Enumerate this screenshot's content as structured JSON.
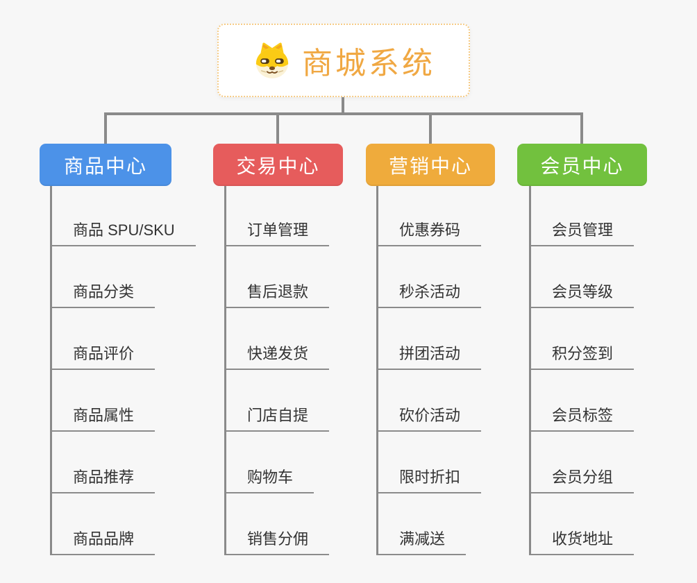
{
  "canvas": {
    "background": "#f7f7f7"
  },
  "root": {
    "label": "商城系统",
    "icon": "shiba-dog-face",
    "text_color": "#f0a843",
    "border_color": "#f6cb85",
    "background": "#ffffff"
  },
  "connector_color": "#8a8a8a",
  "branches": [
    {
      "label": "商品中心",
      "color": "#4c92e8",
      "children": [
        "商品 SPU/SKU",
        "商品分类",
        "商品评价",
        "商品属性",
        "商品推荐",
        "商品品牌"
      ]
    },
    {
      "label": "交易中心",
      "color": "#e65c5c",
      "children": [
        "订单管理",
        "售后退款",
        "快递发货",
        "门店自提",
        "购物车",
        "销售分佣"
      ]
    },
    {
      "label": "营销中心",
      "color": "#efab3c",
      "children": [
        "优惠券码",
        "秒杀活动",
        "拼团活动",
        "砍价活动",
        "限时折扣",
        "满减送"
      ]
    },
    {
      "label": "会员中心",
      "color": "#72c13e",
      "children": [
        "会员管理",
        "会员等级",
        "积分签到",
        "会员标签",
        "会员分组",
        "收货地址"
      ]
    }
  ]
}
